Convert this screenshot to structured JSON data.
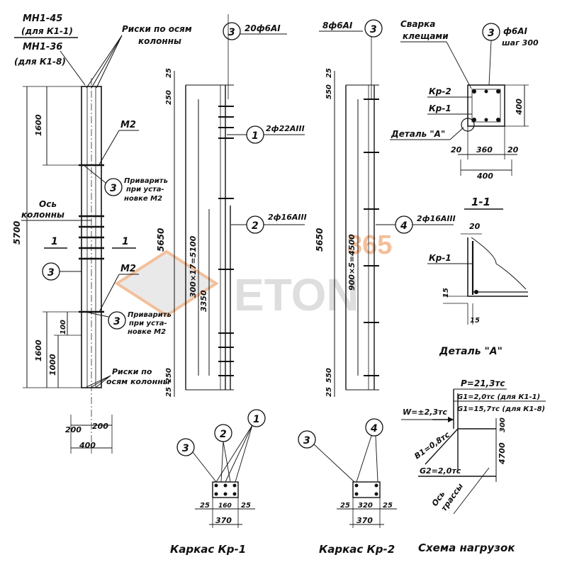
{
  "column_mark": {
    "l1": "МН1-45",
    "l2": "(для К1-1)",
    "l3": "МН1-36",
    "l4": "(для К1-8)"
  },
  "notes": {
    "risks_axes_top_1": "Риски по осям",
    "risks_axes_top_2": "колонны",
    "risks_axes_bot_1": "Риски по",
    "risks_axes_bot_2": "осям колонны",
    "weld_1": "Приварить",
    "weld_2": "при уста-",
    "weld_3": "новке М2",
    "axis_1": "Ось",
    "axis_2": "колонны",
    "m2": "М2",
    "section_mark": "1"
  },
  "dims_column": {
    "total": "5700",
    "top": "1600",
    "bottom": "1600",
    "d1000": "1000",
    "d100": "100",
    "w200a": "200",
    "w200b": "200",
    "w400": "400"
  },
  "kr1_elev": {
    "d25top": "25",
    "d250top": "250",
    "d5650": "5650",
    "d300x17": "300×17=5100",
    "d3350": "3350",
    "d250bot": "250",
    "d25bot": "25",
    "pos3": "20ф6АI",
    "pos1": "2ф22АIII",
    "pos2": "2ф16АIII"
  },
  "kr2_elev": {
    "pos3": "8ф6АI",
    "d25top": "25",
    "d550top": "550",
    "d5650": "5650",
    "d900x5": "900×5=4500",
    "d550bot": "550",
    "d25bot": "25",
    "pos4": "2ф16АIII"
  },
  "detail_a": {
    "weld_1": "Сварка",
    "weld_2": "клещами",
    "pos3_1": "ф6АI",
    "pos3_2": "шаг 300",
    "kr2": "Кр-2",
    "kr1": "Кр-1",
    "label": "Деталь \"А\"",
    "d400v": "400",
    "d20a": "20",
    "d360": "360",
    "d20b": "20",
    "d400h": "400"
  },
  "section_11": {
    "title": "1-1",
    "d20": "20",
    "kr1": "Кр-1",
    "d15a": "15",
    "d15b": "15",
    "caption": "Деталь \"А\""
  },
  "kr1_section": {
    "d25a": "25",
    "d160": "160",
    "d25b": "25",
    "d370": "370",
    "caption": "Каркас Кр-1"
  },
  "kr2_section": {
    "d25a": "25",
    "d320": "320",
    "d25b": "25",
    "d370": "370",
    "caption": "Каркас Кр-2"
  },
  "loads": {
    "P": "P=21,3тс",
    "G1a": "G1=2,0тс (для К1-1)",
    "G1b": "G1=15,7тс (для К1-8)",
    "W": "W=±2,3тс",
    "B": "B1=0,8тс",
    "G2": "G2=2,0тс",
    "d300": "300",
    "d4700": "4700",
    "axis_1": "Ось",
    "axis_2": "трассы",
    "caption": "Схема нагрузок"
  },
  "markers": {
    "m1": "1",
    "m2": "2",
    "m3": "3",
    "m4": "4"
  },
  "watermark": {
    "digits": "365",
    "word": "ETON"
  },
  "colors": {
    "ink": "#111111",
    "watermark_orange": "#f2b48a",
    "watermark_grey": "#d9d9d9"
  }
}
